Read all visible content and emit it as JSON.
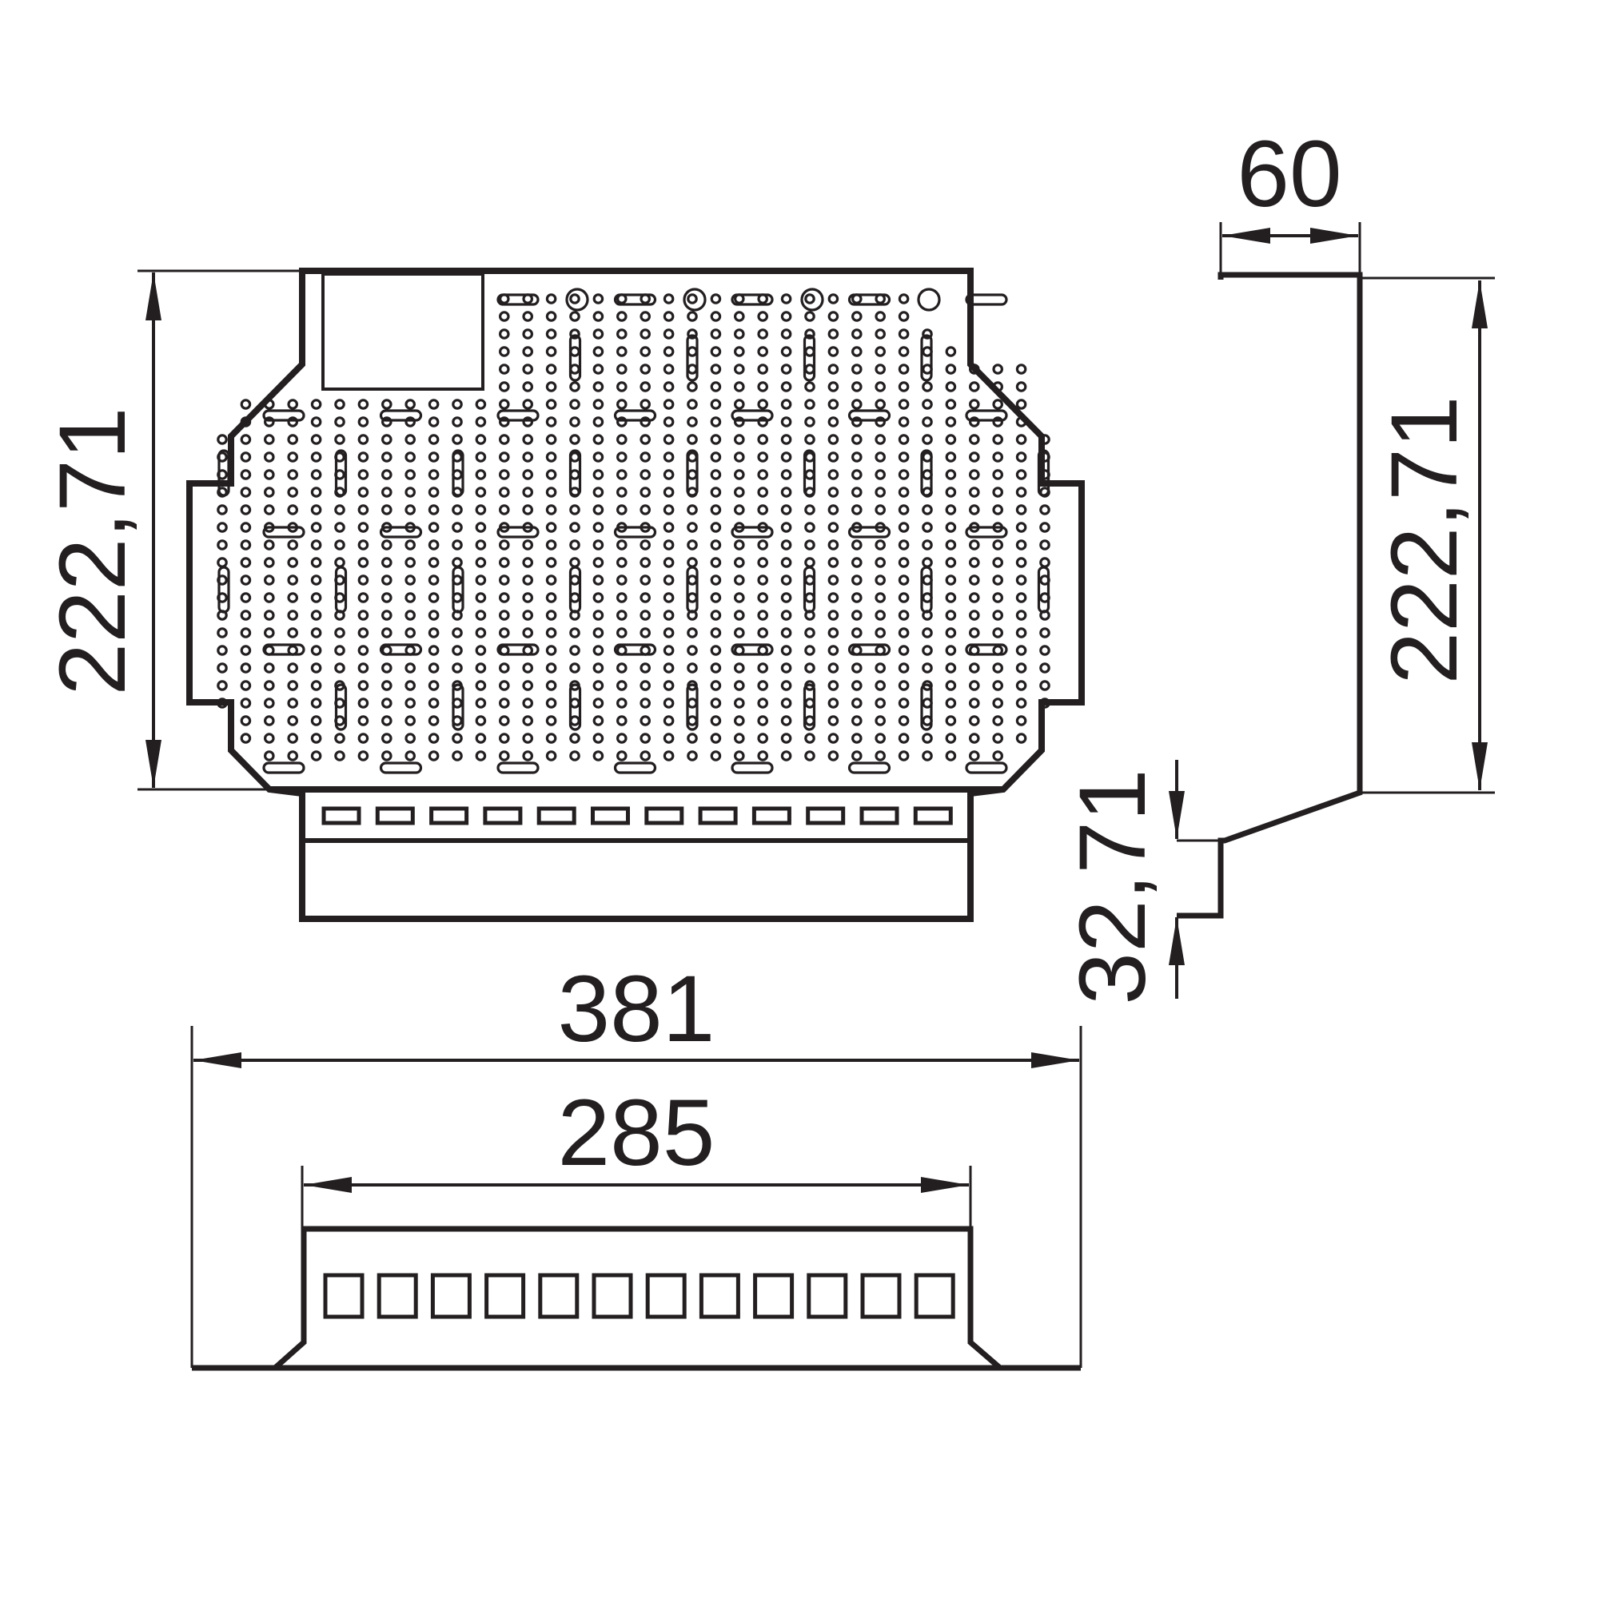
{
  "colors": {
    "stroke": "#231f20",
    "background": "#ffffff"
  },
  "dimensions": {
    "plate_height_left": "222,71",
    "plate_height_right": "222,71",
    "flange_depth": "60",
    "offset_height": "32,71",
    "overall_width": "381",
    "inner_width": "285"
  },
  "plate": {
    "terminal_slots_top_view": 12,
    "terminal_windows_front_view": 12
  }
}
